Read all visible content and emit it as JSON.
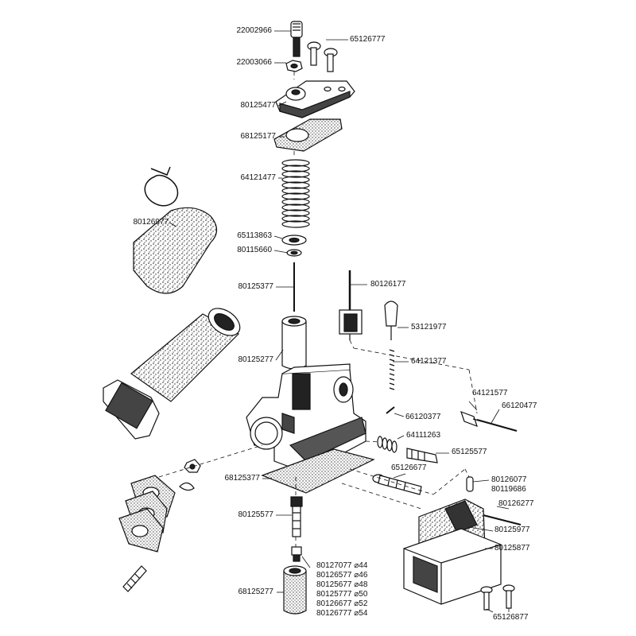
{
  "labels": {
    "p22002966": "22002966",
    "p65126777": "65126777",
    "p22003066": "22003066",
    "p80125477": "80125477",
    "p68125177": "68125177",
    "p64121477": "64121477",
    "p80126977": "80126977",
    "p65113863": "65113863",
    "p80115660": "80115660",
    "p80125377": "80125377",
    "p80126177": "80126177",
    "p53121977": "53121977",
    "p80125277": "80125277",
    "p64121377": "64121377",
    "p64121577": "64121577",
    "p66120477": "66120477",
    "p66120377": "66120377",
    "p64111263": "64111263",
    "p65125577": "65125577",
    "p65126677": "65126677",
    "p68125377": "68125377",
    "p80126077": "80126077",
    "p80119686": "80119686",
    "p80126277": "80126277",
    "p80125577": "80125577",
    "p80125977": "80125977",
    "p80125877": "80125877",
    "p68125277": "68125277",
    "p65126877": "65126877"
  },
  "jets": [
    {
      "code": "80127077",
      "size": "⌀44"
    },
    {
      "code": "80126577",
      "size": "⌀46"
    },
    {
      "code": "80125677",
      "size": "⌀48"
    },
    {
      "code": "80125777",
      "size": "⌀50"
    },
    {
      "code": "80126677",
      "size": "⌀52"
    },
    {
      "code": "80126777",
      "size": "⌀54"
    }
  ]
}
